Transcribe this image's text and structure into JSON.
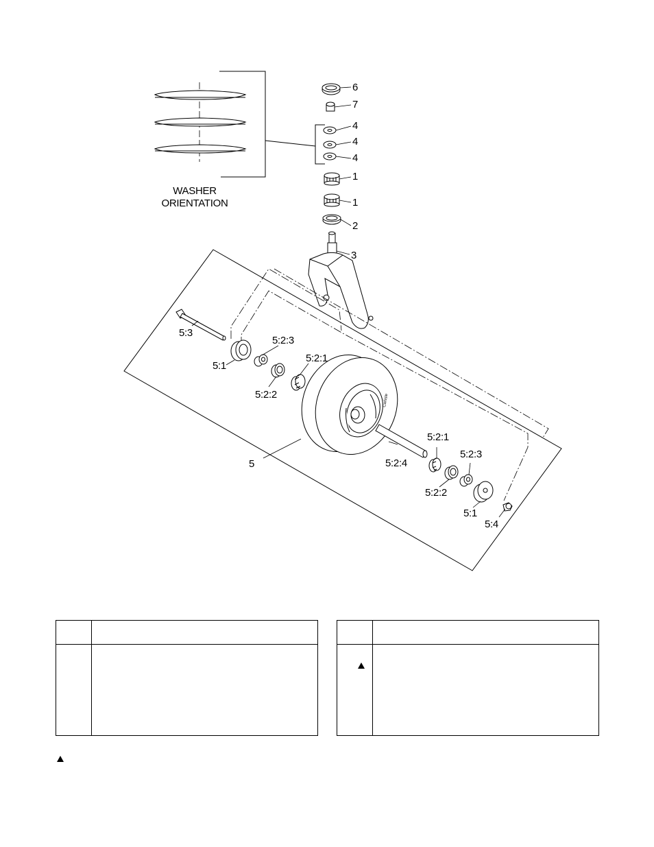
{
  "washer_orientation": {
    "line1": "WASHER",
    "line2": "ORIENTATION"
  },
  "callouts": {
    "c6": "6",
    "c7": "7",
    "c4a": "4",
    "c4b": "4",
    "c4c": "4",
    "c1a": "1",
    "c1b": "1",
    "c2": "2",
    "c3": "3",
    "c5_3": "5:3",
    "c5_2_3_left": "5:2:3",
    "c5_1_left": "5:1",
    "c5_2_1_left": "5:2:1",
    "c5_2_2_left": "5:2:2",
    "c5": "5",
    "c5_2_4": "5:2:4",
    "c5_2_1_right": "5:2:1",
    "c5_2_3_right": "5:2:3",
    "c5_2_2_right": "5:2:2",
    "c5_1_right": "5:1",
    "c5_4": "5:4"
  },
  "tire_text": "Carlisle",
  "note_symbol": "triangle-icon"
}
